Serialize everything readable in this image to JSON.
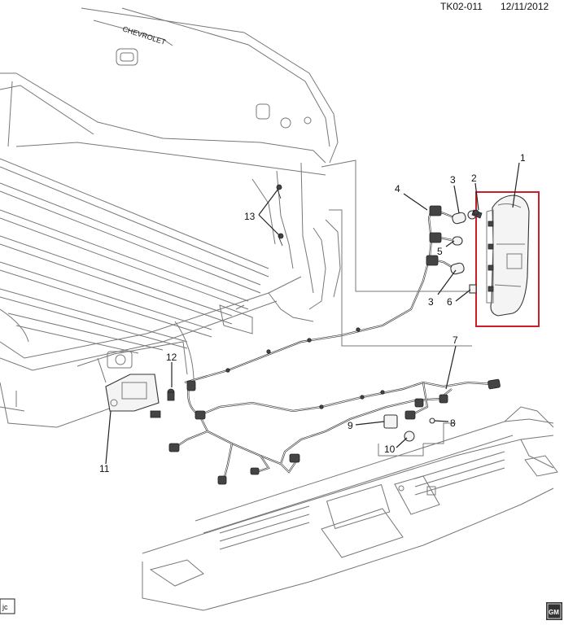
{
  "header": {
    "code": "TK02-011",
    "date": "12/11/2012"
  },
  "footer": {
    "initials": "jc",
    "logo_text": "GM"
  },
  "callouts": [
    {
      "id": "c1",
      "label": "1"
    },
    {
      "id": "c2",
      "label": "2"
    },
    {
      "id": "c3a",
      "label": "3"
    },
    {
      "id": "c3b",
      "label": "3"
    },
    {
      "id": "c4",
      "label": "4"
    },
    {
      "id": "c5",
      "label": "5"
    },
    {
      "id": "c6",
      "label": "6"
    },
    {
      "id": "c7",
      "label": "7"
    },
    {
      "id": "c8",
      "label": "8"
    },
    {
      "id": "c9",
      "label": "9"
    },
    {
      "id": "c10",
      "label": "10"
    },
    {
      "id": "c11",
      "label": "11"
    },
    {
      "id": "c12",
      "label": "12"
    },
    {
      "id": "c13",
      "label": "13"
    }
  ],
  "colors": {
    "highlight_box": "#cc1f2c",
    "line": "#333333"
  }
}
